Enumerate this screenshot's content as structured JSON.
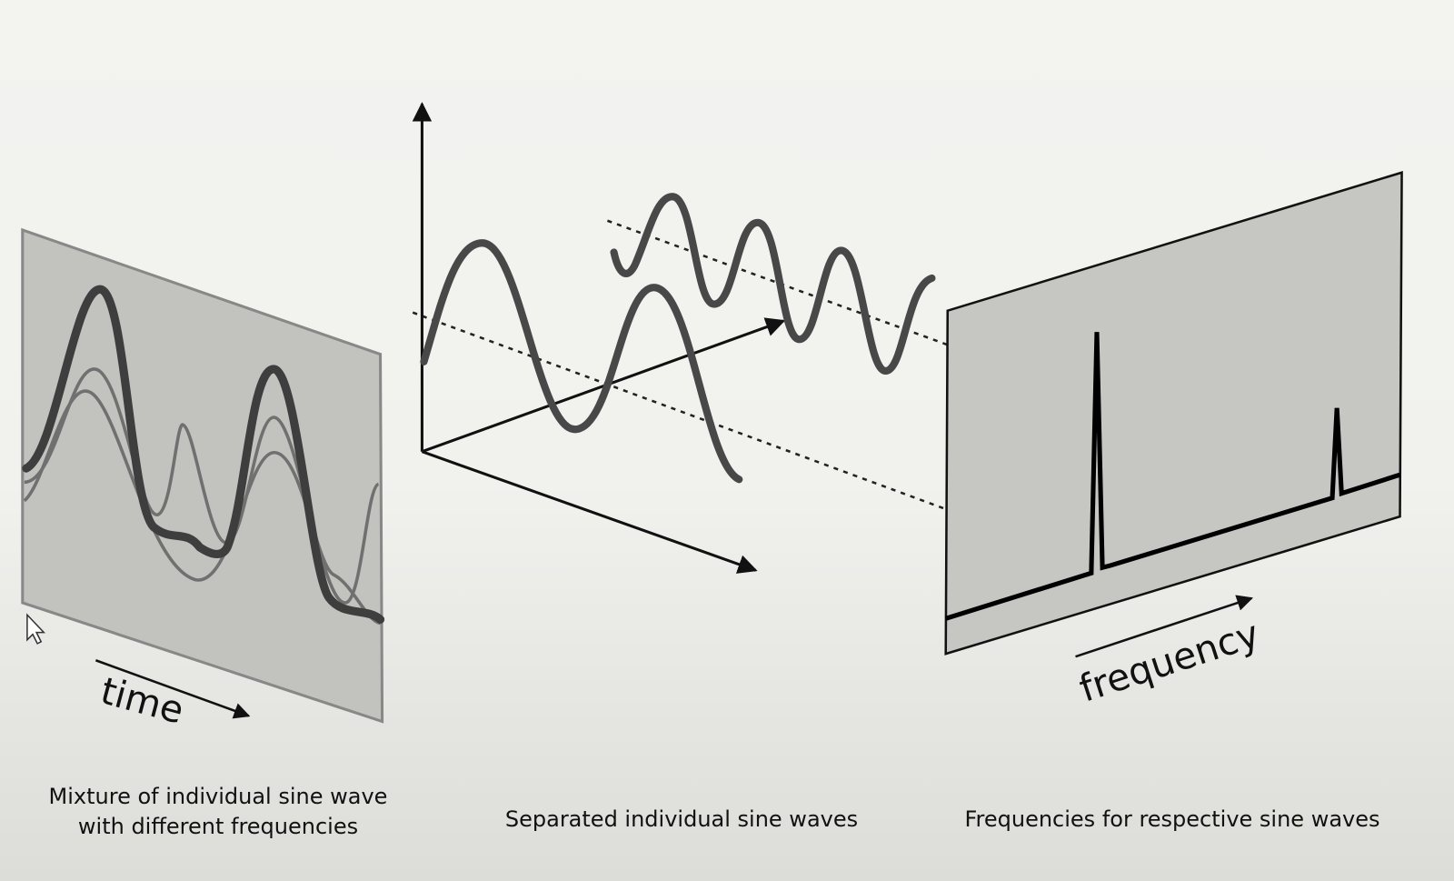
{
  "labels": {
    "time_axis": "time",
    "frequency_axis": "frequency"
  },
  "captions": {
    "left_line1": "Mixture of individual sine wave",
    "left_line2": "with different frequencies",
    "middle": "Separated individual sine waves",
    "right": "Frequencies for respective sine waves"
  },
  "colors": {
    "panel_fill": "#c4c4c1",
    "wave_dark": "#444444",
    "wave_light": "#6e6e6e",
    "line": "#111111"
  },
  "icons": {
    "cursor": "mouse-pointer-icon"
  }
}
